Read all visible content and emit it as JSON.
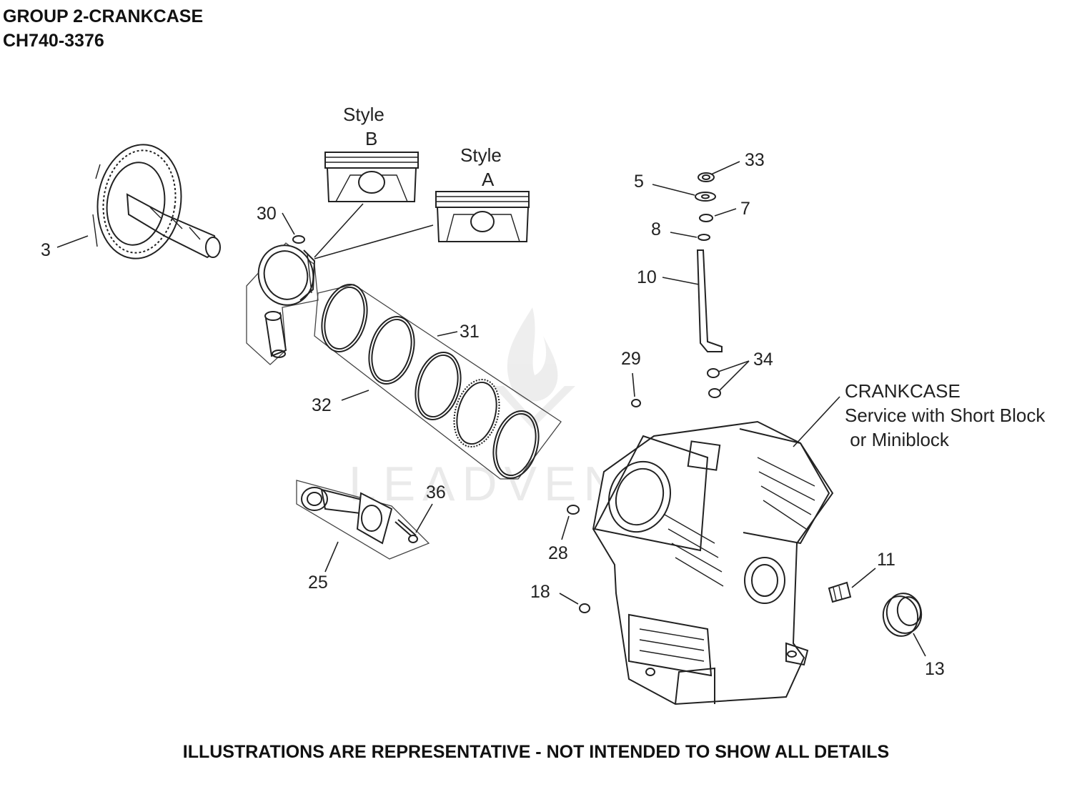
{
  "header": {
    "title": "GROUP 2-CRANKCASE",
    "model": "CH740-3376"
  },
  "footer": {
    "disclaimer": "ILLUSTRATIONS ARE REPRESENTATIVE - NOT INTENDED TO SHOW ALL DETAILS"
  },
  "watermark": {
    "text": "LEADVENTU"
  },
  "styles": {
    "style_b_line1": "Style",
    "style_b_line2": "B",
    "style_a_line1": "Style",
    "style_a_line2": "A"
  },
  "crankcase_note": {
    "line1": "CRANKCASE",
    "line2": "Service with Short Block",
    "line3": " or Miniblock"
  },
  "callouts": {
    "c3": "3",
    "c5": "5",
    "c7": "7",
    "c8": "8",
    "c10": "10",
    "c11": "11",
    "c13": "13",
    "c18": "18",
    "c25": "25",
    "c28": "28",
    "c29": "29",
    "c30": "30",
    "c31": "31",
    "c32": "32",
    "c33": "33",
    "c34": "34",
    "c36": "36"
  }
}
